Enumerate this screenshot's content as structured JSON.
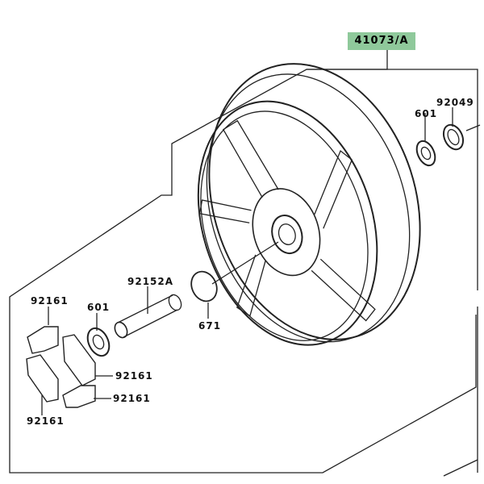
{
  "assembly": {
    "part_number": "41073/A",
    "highlight_color": "#8fc99b"
  },
  "labels": {
    "seal_right": "92049",
    "bearing_right": "601",
    "collar": "92152A",
    "o_ring": "671",
    "bearing_left": "601",
    "damper_1": "92161",
    "damper_2": "92161",
    "damper_3": "92161",
    "damper_4": "92161"
  }
}
